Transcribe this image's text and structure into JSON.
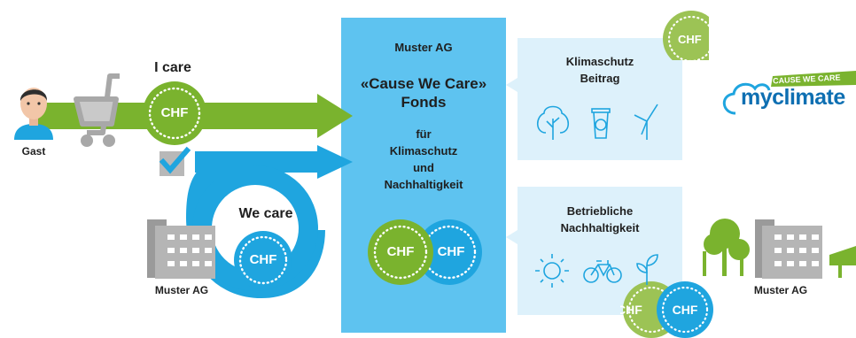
{
  "left": {
    "guest_label": "Gast",
    "i_care_label": "I care",
    "we_care_label": "We care",
    "company_label": "Muster AG"
  },
  "fund": {
    "company": "Muster AG",
    "title_line1": "«Cause We Care»",
    "title_line2": "Fonds",
    "purpose": [
      "für",
      "Klimaschutz",
      "und",
      "Nachhaltigkeit"
    ]
  },
  "boxes": {
    "climate": [
      "Klimaschutz",
      "Beitrag"
    ],
    "sustainability": [
      "Betriebliche",
      "Nachhaltigkeit"
    ]
  },
  "coin_label": "CHF",
  "brand": {
    "tagline": "CAUSE WE CARE",
    "name": "myclimate"
  },
  "right": {
    "company_label": "Muster AG"
  },
  "icons": {
    "climate": [
      "tree-icon",
      "recycle-bin-icon",
      "wind-turbine-icon"
    ],
    "sustainability": [
      "sun-icon",
      "bicycle-icon",
      "sprout-icon"
    ]
  },
  "colors": {
    "green": "#7AB32E",
    "green_light": "#9CC355",
    "blue": "#1FA5DF",
    "blue_light": "#5DC1EF",
    "fund_bg": "#5EC3F0",
    "box_bg": "#DDF1FB",
    "gray_check": "#B8B8B8"
  }
}
